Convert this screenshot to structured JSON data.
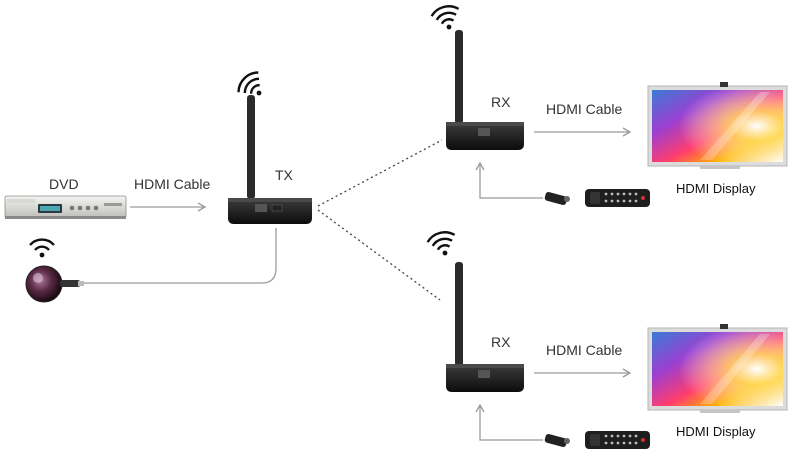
{
  "labels": {
    "dvd": "DVD",
    "tx": "TX",
    "rx_top": "RX",
    "rx_bottom": "RX",
    "hdmi_cable_left": "HDMI Cable",
    "hdmi_cable_top": "HDMI Cable",
    "hdmi_cable_bottom": "HDMI Cable",
    "display_top": "HDMI Display",
    "display_bottom": "HDMI Display"
  }
}
